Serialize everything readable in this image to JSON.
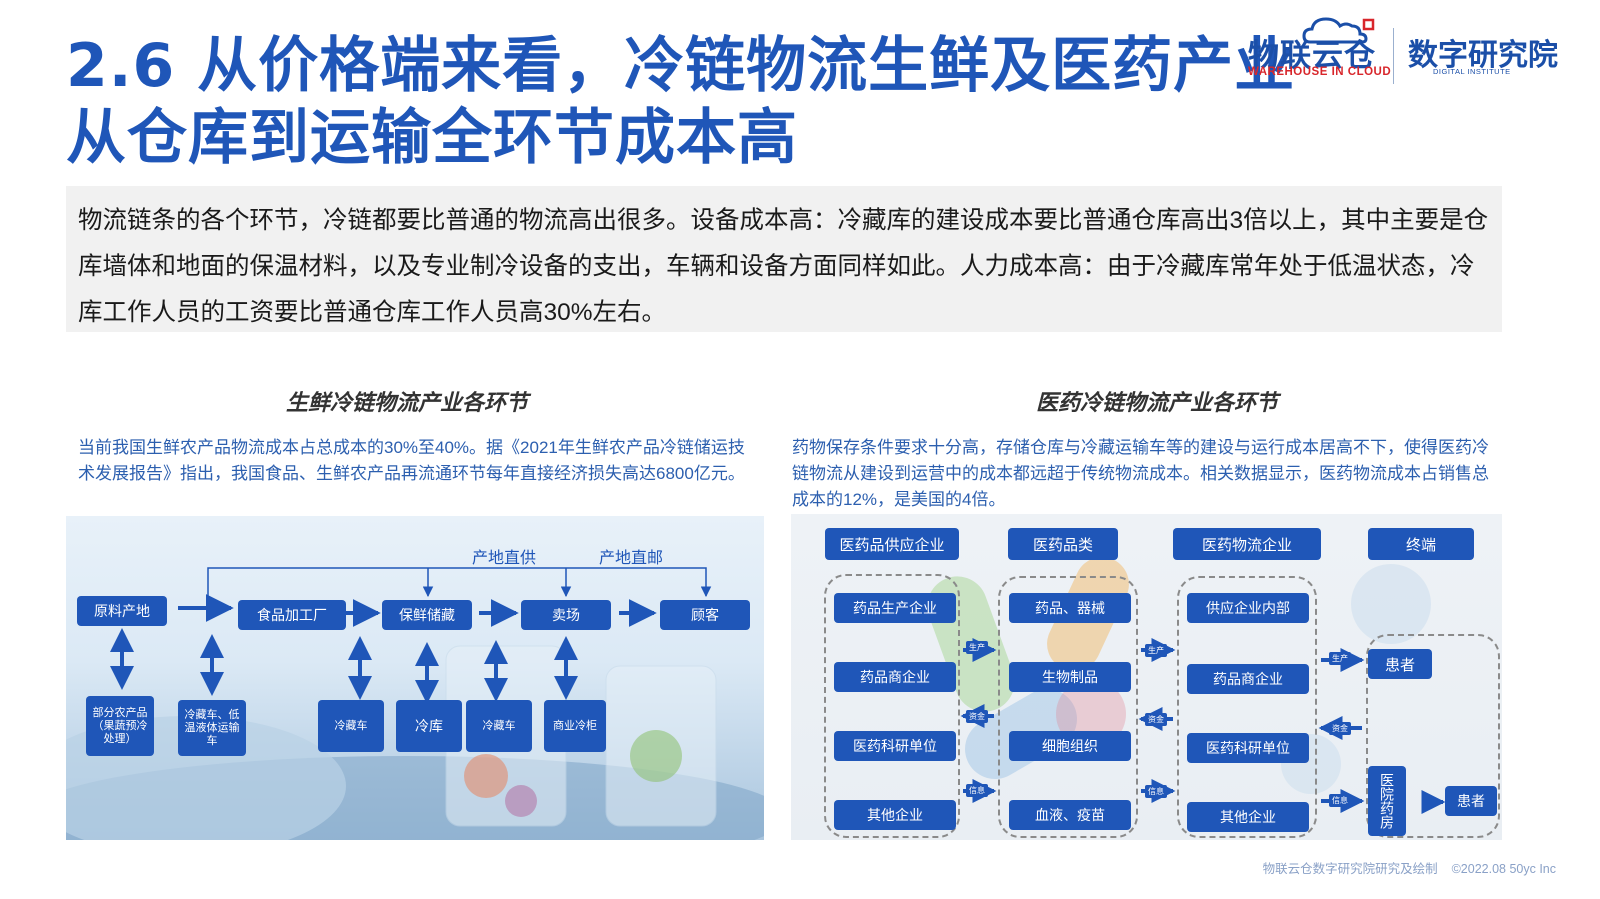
{
  "title": {
    "line1": "2.6 从价格端来看，冷链物流生鲜及医药产业",
    "line2": "从仓库到运输全环节成本高"
  },
  "logos": {
    "brand1_cn": "物联云仓",
    "brand1_en": "WAREHOUSE IN CLOUD",
    "brand2_cn": "数字研究院",
    "brand2_en": "DIGITAL INSTITUTE"
  },
  "summary": "物流链条的各个环节，冷链都要比普通的物流高出很多。设备成本高：冷藏库的建设成本要比普通仓库高出3倍以上，其中主要是仓库墙体和地面的保温材料，以及专业制冷设备的支出，车辆和设备方面同样如此。人力成本高：由于冷藏库常年处于低温状态，冷库工作人员的工资要比普通仓库工作人员高30%左右。",
  "left": {
    "heading": "生鲜冷链物流产业各环节",
    "desc": "当前我国生鲜农产品物流成本占总成本的30%至40%。据《2021年生鲜农产品冷链储运技术发展报告》指出，我国食品、生鲜农产品再流通环节每年直接经济损失高达6800亿元。",
    "top_labels": [
      "产地直供",
      "产地直邮"
    ],
    "chain": [
      "原料产地",
      "食品加工厂",
      "保鲜储藏",
      "卖场",
      "顾客"
    ],
    "bottom": [
      "部分农产品（果蔬预冷处理）",
      "冷藏车、低温液体运输车",
      "冷藏车",
      "冷库",
      "冷藏车",
      "商业冷柜"
    ]
  },
  "right": {
    "heading": "医药冷链物流产业各环节",
    "desc": "药物保存条件要求十分高，存储仓库与冷藏运输车等的建设与运行成本居高不下，使得医药冷链物流从建设到运营中的成本都远超于传统物流成本。相关数据显示，医药物流成本占销售总成本的12%，是美国的4倍。",
    "headers": [
      "医药品供应企业",
      "医药品类",
      "医药物流企业",
      "终端"
    ],
    "col1": [
      "药品生产企业",
      "药品商企业",
      "医药科研单位",
      "其他企业"
    ],
    "col2": [
      "药品、器械",
      "生物制品",
      "细胞组织",
      "血液、疫苗"
    ],
    "col3": [
      "供应企业内部",
      "药品商企业",
      "医药科研单位",
      "其他企业"
    ],
    "terminal": [
      "患者",
      "医院药房",
      "患者"
    ],
    "flows": [
      "生产",
      "资金",
      "信息"
    ]
  },
  "footer": {
    "source": "物联云仓数字研究院研究及绘制",
    "copyright": "©2022.08 50yc Inc"
  }
}
